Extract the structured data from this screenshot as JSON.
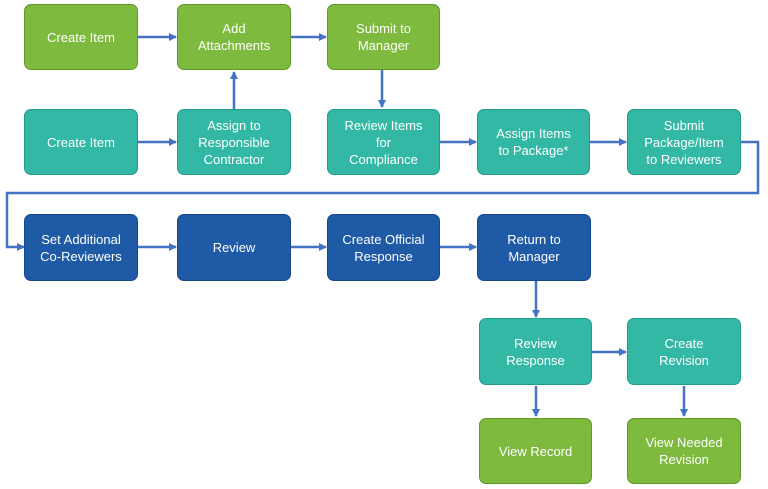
{
  "colors": {
    "green": "#7dba3d",
    "teal": "#33b8a5",
    "blue": "#1f5aa6",
    "arrow": "#4472c4"
  },
  "nodes": {
    "create_item_1": "Create Item",
    "add_attachments": "Add\nAttachments",
    "submit_to_manager": "Submit to\nManager",
    "create_item_2": "Create Item",
    "assign_contractor": "Assign to\nResponsible\nContractor",
    "review_compliance": "Review Items\nfor\nCompliance",
    "assign_package": "Assign Items\nto Package*",
    "submit_reviewers": "Submit\nPackage/Item\nto Reviewers",
    "set_coreviewers": "Set Additional\nCo-Reviewers",
    "review": "Review",
    "create_official_response": "Create Official\nResponse",
    "return_to_manager": "Return to\nManager",
    "review_response": "Review\nResponse",
    "create_revision": "Create\nRevision",
    "view_record": "View Record",
    "view_needed_revision": "View Needed\nRevision"
  }
}
